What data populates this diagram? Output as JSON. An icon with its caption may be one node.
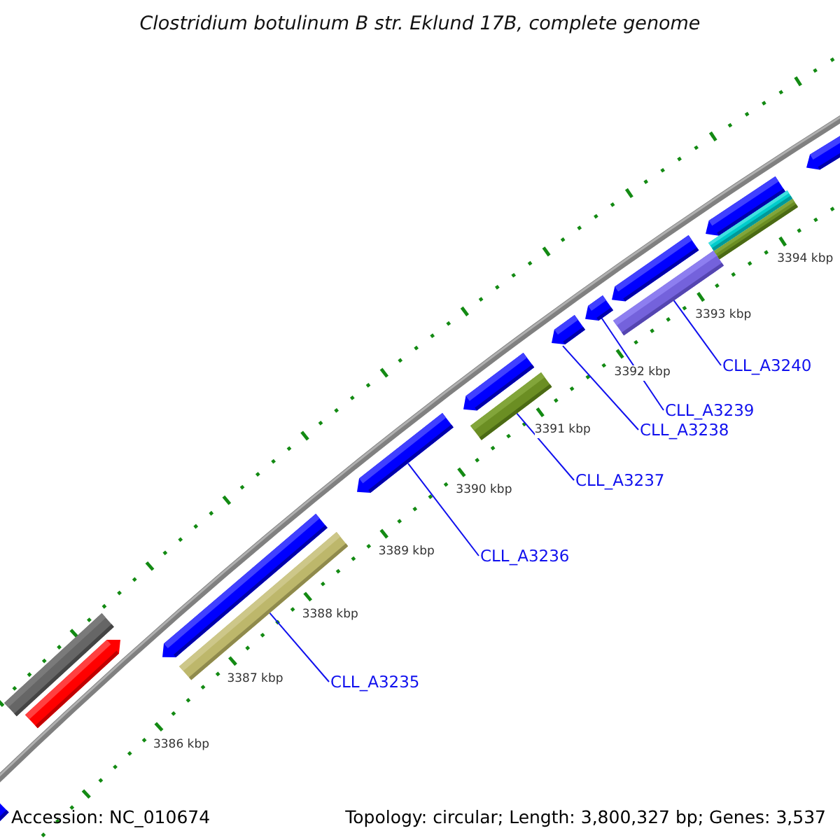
{
  "diagram": {
    "title": "Clostridium botulinum B str. Eklund 17B, complete genome",
    "nodes": [
      {
        "text": [
          "CLL_A3235"
        ]
      },
      {
        "text": [],
        "shape": "bar"
      },
      {
        "text": [
          "CLL_A3236"
        ]
      },
      {
        "text": [],
        "shape": "arrow"
      },
      {
        "text": [
          "CLL_A3237"
        ]
      },
      {
        "text": [],
        "shape": "bar"
      },
      {
        "text": [
          "CLL_A3238"
        ]
      },
      {
        "text": [],
        "shape": "arrow"
      },
      {
        "text": [
          "CLL_A3239"
        ]
      },
      {
        "text": [],
        "shape": "arrow"
      },
      {
        "text": [
          "CLL_A3240"
        ]
      },
      {
        "text": [],
        "shape": "bar"
      },
      {
        "text": [],
        "shape": "arrow"
      },
      {
        "text": [],
        "shape": "bar"
      },
      {
        "text": [],
        "shape": "arrow"
      },
      {
        "text": [],
        "shape": "arrow"
      },
      {
        "text": [],
        "shape": "arrow"
      },
      {
        "text": [],
        "shape": "arrow"
      },
      {
        "text": [],
        "shape": "arrow"
      },
      {
        "text": [],
        "shape": "arrow"
      },
      {
        "text": [],
        "shape": "bar"
      },
      {
        "text": [],
        "shape": "bar"
      }
    ],
    "edges": [
      {
        "from": 0,
        "to": 1,
        "arrow": "none"
      },
      {
        "from": 2,
        "to": 3,
        "arrow": "none"
      },
      {
        "from": 4,
        "to": 5,
        "arrow": "none"
      },
      {
        "from": 6,
        "to": 7,
        "arrow": "none"
      },
      {
        "from": 8,
        "to": 9,
        "arrow": "none"
      },
      {
        "from": 10,
        "to": 11,
        "arrow": "none"
      }
    ],
    "labels": [
      "3394 kbp",
      "3393 kbp",
      "3392 kbp",
      "3391 kbp",
      "3390 kbp",
      "3389 kbp",
      "3388 kbp",
      "3387 kbp",
      "3386 kbp",
      "Accession: NC_010674",
      "Topology: circular; Length: 3,800,327 bp; Genes: 3,537"
    ]
  }
}
